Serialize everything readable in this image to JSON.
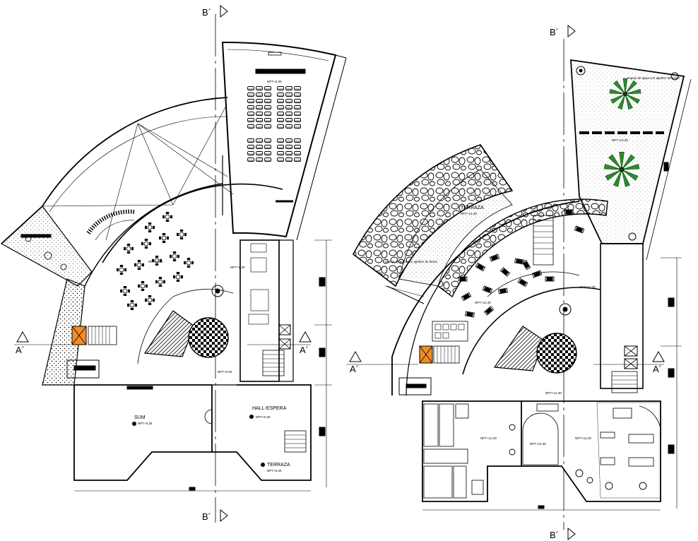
{
  "section_marks": {
    "b_prime": "B´",
    "a_prime": "A´"
  },
  "left_plan": {
    "rooms": {
      "sum": "SUM",
      "hall_espera": "HALL-ESPERA",
      "terraza": "TERRAZA"
    },
    "levels": {
      "sum_level": "NPT+0.30",
      "hall_level": "NPT+0.30",
      "terraza_level": "NPT+0.30",
      "auditorium_level": "NPT+0.30",
      "cafe_level": "NPT+0.30",
      "corridor_level": "NPT+0.30",
      "entry_level": "NPT+0.30"
    }
  },
  "right_plan": {
    "rooms": {
      "terraza": "TERRAZA",
      "espejo_agua": "espejo de agua con ajedrez de beton",
      "garden_note": "espejo de agua con ajedrez de beton"
    },
    "levels": {
      "terraza_level": "NPT+12.30",
      "garden_level": "NPT+12.30",
      "gallery_level": "NPT+12.30",
      "corridor_level": "NPT+12.30",
      "lobby_level": "NPT+12.30",
      "office_level": "NPT+12.30",
      "meeting_level": "NPT+12.30",
      "entry_level": "NPT+12.30"
    }
  },
  "colors": {
    "line": "#000000",
    "stair_accent": "#f28c28",
    "palm": "#2e8b2e",
    "stone_fill": "#ffffff"
  }
}
